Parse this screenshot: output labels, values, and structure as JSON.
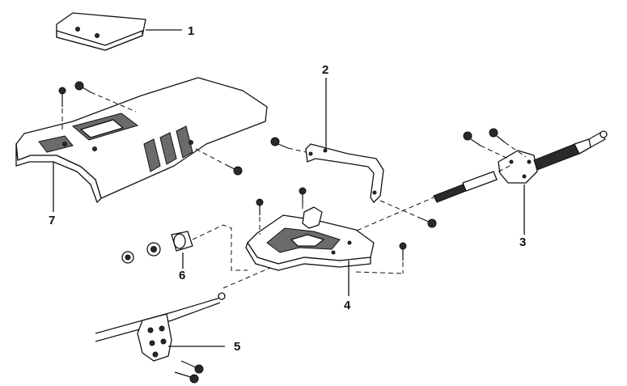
{
  "callouts": [
    {
      "id": "1",
      "label": "1"
    },
    {
      "id": "2",
      "label": "2"
    },
    {
      "id": "3",
      "label": "3"
    },
    {
      "id": "4",
      "label": "4"
    },
    {
      "id": "5",
      "label": "5"
    },
    {
      "id": "6",
      "label": "6"
    },
    {
      "id": "7",
      "label": "7"
    }
  ],
  "colors": {
    "line": "#111111",
    "background": "#ffffff",
    "shade": "#6b6b6b"
  }
}
